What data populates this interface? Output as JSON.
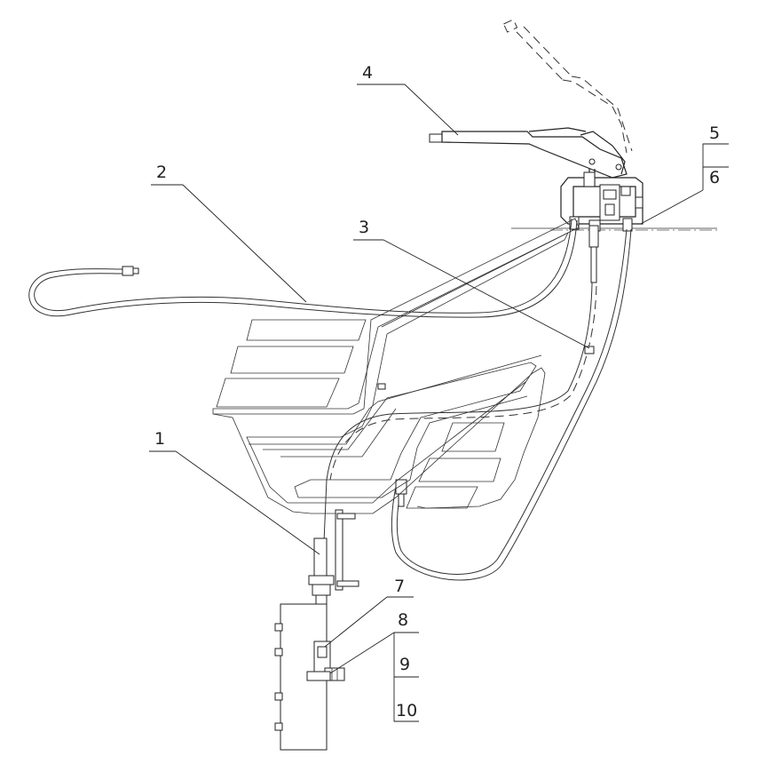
{
  "diagram": {
    "labels": {
      "l1": "1",
      "l2": "2",
      "l3": "3",
      "l4": "4",
      "l5": "5",
      "l6": "6",
      "l7": "7",
      "l8": "8",
      "l9": "9",
      "l10": "10"
    },
    "colors": {
      "line": "#222222",
      "background": "#ffffff"
    }
  }
}
